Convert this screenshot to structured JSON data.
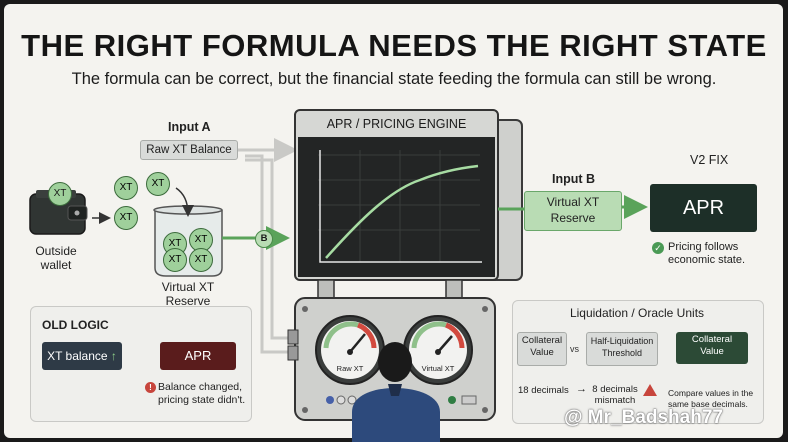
{
  "header": {
    "title": "THE RIGHT FORMULA NEEDS THE RIGHT STATE",
    "subtitle": "The formula can be correct, but the financial state feeding the formula can still be wrong."
  },
  "left": {
    "input_a_label": "Input A",
    "raw_balance_label": "Raw XT Balance",
    "token_text": "XT",
    "wallet_label_line1": "Outside",
    "wallet_label_line2": "wallet",
    "reserve_label": "Virtual XT Reserve",
    "connector_b": "B"
  },
  "engine": {
    "title": "APR / PRICING ENGINE",
    "gauge_left_label": "Raw XT",
    "gauge_right_label": "Virtual XT"
  },
  "right": {
    "input_b_label": "Input B",
    "virtual_reserve_line1": "Virtual XT",
    "virtual_reserve_line2": "Reserve",
    "v2_fix_label": "V2 FIX",
    "apr_label": "APR",
    "pricing_note_line1": "Pricing follows",
    "pricing_note_line2": "economic state."
  },
  "old_logic": {
    "title": "OLD LOGIC",
    "xt_balance": "XT balance",
    "apr": "APR",
    "warning_line1": "Balance changed,",
    "warning_line2": "pricing state didn't."
  },
  "liquidation": {
    "title": "Liquidation / Oracle Units",
    "collateral_line1": "Collateral",
    "collateral_line2": "Value",
    "vs": "vs",
    "threshold_line1": "Half-Liquidation",
    "threshold_line2": "Threshold",
    "decimals_left": "18 decimals",
    "arrow": "→",
    "decimals_right_line1": "8 decimals",
    "decimals_right_line2": "mismatch",
    "fixed_line1": "Collateral",
    "fixed_line2": "Value",
    "compare_line1": "Compare values in the",
    "compare_line2": "same base decimals."
  },
  "watermark": "@ Mr_Badshah77",
  "colors": {
    "dark_green": "#1d2f28",
    "light_green": "#b9dcb4",
    "maroon": "#5a1c1c",
    "warning_red": "#c7453c",
    "check_green": "#4a9a55"
  }
}
